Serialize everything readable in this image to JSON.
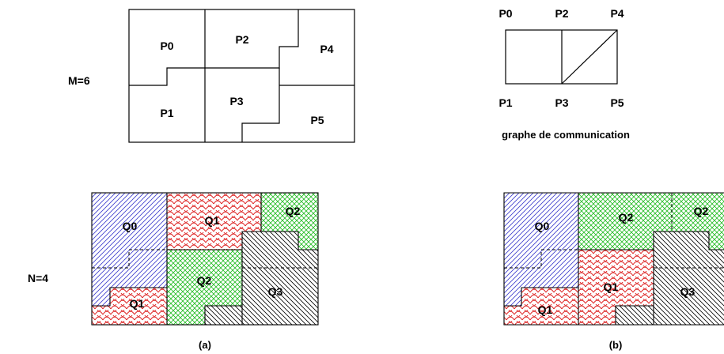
{
  "top": {
    "m_label": "M=6",
    "partitions": [
      "P0",
      "P1",
      "P2",
      "P3",
      "P4",
      "P5"
    ],
    "graph": {
      "top_labels": [
        "P0",
        "P2",
        "P4"
      ],
      "bottom_labels": [
        "P1",
        "P3",
        "P5"
      ],
      "caption": "graphe de communication"
    }
  },
  "bottom": {
    "n_label": "N=4",
    "diagram_a": {
      "labels": [
        "Q0",
        "Q1",
        "Q2",
        "Q1",
        "Q2",
        "Q3"
      ],
      "caption": "(a)"
    },
    "diagram_b": {
      "labels": [
        "Q0",
        "Q2",
        "Q2",
        "Q1",
        "Q1",
        "Q3"
      ],
      "caption": "(b)"
    }
  },
  "colors": {
    "blue_hatch": "#3a3acc",
    "red_scale": "#dd2020",
    "green_cross": "#22bb22",
    "black_hatch": "#000000"
  }
}
